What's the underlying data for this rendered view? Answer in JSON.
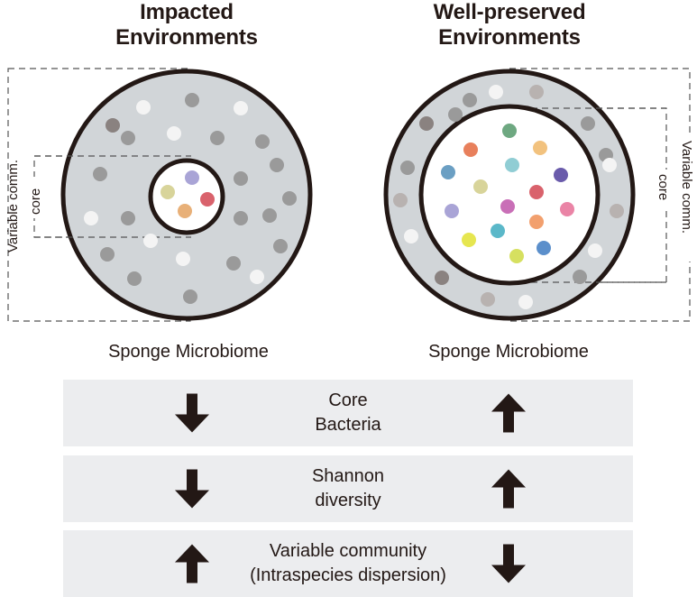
{
  "left_panel": {
    "title_lines": [
      "Impacted",
      "Environments"
    ],
    "caption": "Sponge Microbiome",
    "outer_label": "Variable comm.",
    "core_label": "core"
  },
  "right_panel": {
    "title_lines": [
      "Well-preserved",
      "Environments"
    ],
    "caption": "Sponge Microbiome",
    "outer_label": "Variable comm.",
    "core_label": "core"
  },
  "comparison_rows": [
    {
      "label_lines": [
        "Core",
        "Bacteria"
      ],
      "impacted": "down",
      "well_preserved": "up"
    },
    {
      "label_lines": [
        "Shannon",
        "diversity"
      ],
      "impacted": "down",
      "well_preserved": "up"
    },
    {
      "label_lines": [
        "Variable community",
        "(Intraspecies dispersion)"
      ],
      "impacted": "up",
      "well_preserved": "down"
    }
  ],
  "colors": {
    "sponge_fill": "#d1d5d8",
    "outline": "#231815",
    "row_background": "#ecedef"
  }
}
